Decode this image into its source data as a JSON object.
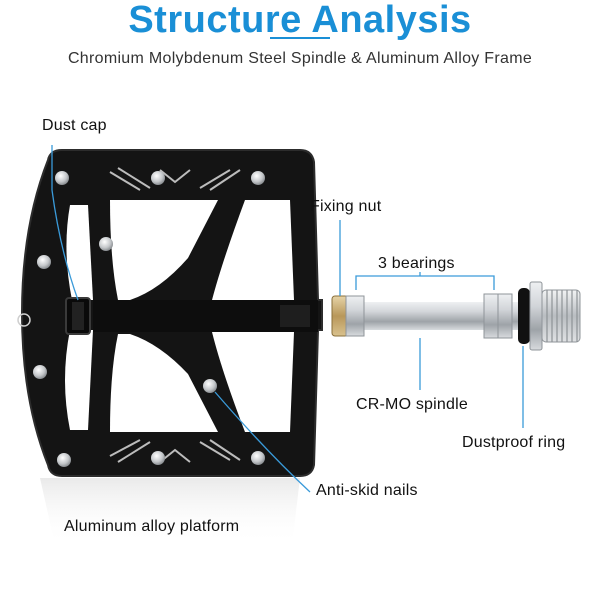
{
  "header": {
    "title": "Structure Analysis",
    "subtitle": "Chromium Molybdenum Steel Spindle & Aluminum Alloy Frame"
  },
  "labels": {
    "dust_cap": "Dust cap",
    "fixing_nut": "Fixing nut",
    "bearings": "3 bearings",
    "spindle": "CR-MO spindle",
    "dustproof_ring": "Dustproof ring",
    "anti_skid_nails": "Anti-skid nails",
    "platform": "Aluminum alloy platform"
  },
  "colors": {
    "title": "#1a8fd6",
    "leader_line": "#3a9ad9",
    "pedal_body": "#141414",
    "pedal_edge": "#2c2c2c",
    "spindle": "#c9ccd0",
    "nut": "#c8a96a"
  }
}
